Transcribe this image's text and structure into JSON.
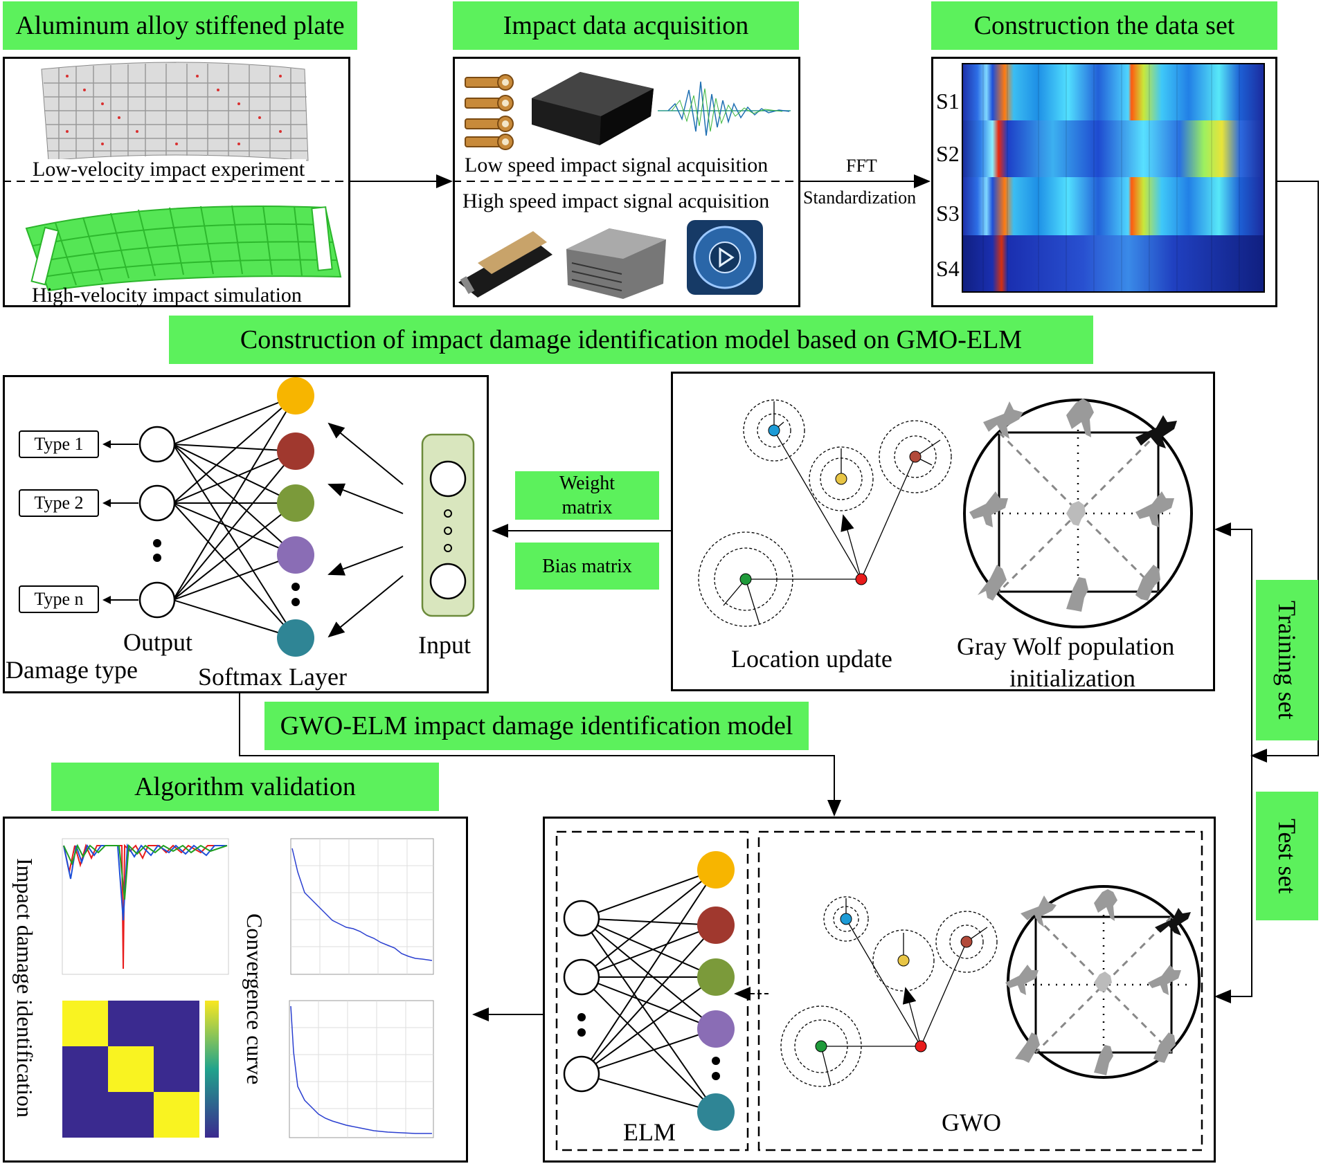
{
  "titles": {
    "plate": "Aluminum alloy stiffened plate",
    "acquisition": "Impact data acquisition",
    "dataset": "Construction the data set",
    "model_construction": "Construction of impact damage identification model based on GMO-ELM",
    "gwo_elm_model": "GWO-ELM impact damage identification model",
    "validation": "Algorithm validation"
  },
  "plate": {
    "low_velocity": "Low-velocity impact experiment",
    "high_velocity": "High-velocity impact simulation"
  },
  "acquisition": {
    "low_speed": "Low speed impact signal acquisition",
    "high_speed": "High speed impact signal acquisition"
  },
  "fft": {
    "line1": "FFT",
    "line2": "Standardization"
  },
  "dataset": {
    "rows": [
      "S1",
      "S2",
      "S3",
      "S4"
    ]
  },
  "network": {
    "types": [
      "Type 1",
      "Type 2",
      "Type n"
    ],
    "output": "Output",
    "damage_type": "Damage type",
    "softmax": "Softmax Layer",
    "input": "Input"
  },
  "matrices": {
    "weight": "Weight matrix",
    "bias": "Bias matrix"
  },
  "gwo": {
    "location_update": "Location update",
    "population_line1": "Gray Wolf population",
    "population_line2": "initialization"
  },
  "sets": {
    "training": "Training set",
    "test": "Test set"
  },
  "bottom": {
    "elm": "ELM",
    "gwo": "GWO"
  },
  "validation": {
    "identification": "Impact damage identification",
    "convergence": "Convergence curve"
  },
  "colors": {
    "banner": "#5cf15c",
    "node_orange": "#f7b500",
    "node_brown": "#a0382e",
    "node_olive": "#7b9a3a",
    "node_purple": "#8a6db5",
    "node_teal": "#2f8595",
    "wolf_alpha": "#1d9bd6",
    "wolf_beta": "#e8c545",
    "wolf_delta": "#b24a3a",
    "wolf_omega": "#1f9a3a",
    "prey": "#e81c1c"
  }
}
